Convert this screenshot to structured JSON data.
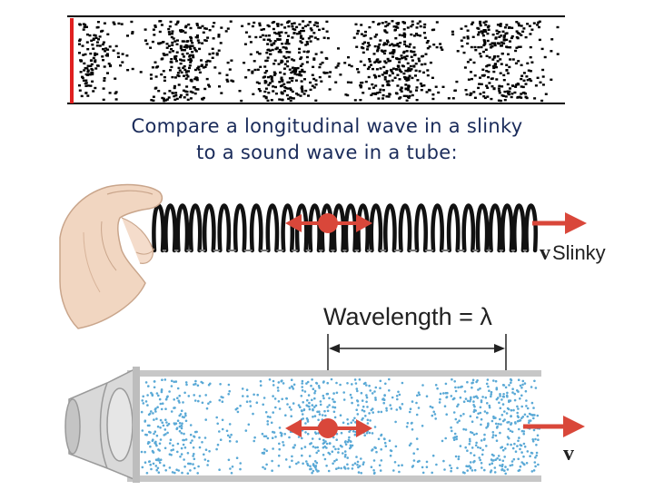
{
  "caption": {
    "line1": "Compare a longitudinal wave in a slinky",
    "line2": "to a sound wave in a tube:"
  },
  "labels": {
    "slinky_velocity_symbol": "v",
    "slinky_velocity_subscript": "Slinky",
    "wavelength": "Wavelength = λ",
    "tube_velocity_symbol": "v"
  },
  "colors": {
    "accent_arrow": "#d9473a",
    "particle_dot": "#5aa9d6",
    "top_strip_dots": "#000000",
    "marker_line": "#e02020",
    "caption_text": "#1a2b5a"
  },
  "icons": {
    "hand": "hand-icon",
    "speaker": "speaker-cone-icon"
  }
}
